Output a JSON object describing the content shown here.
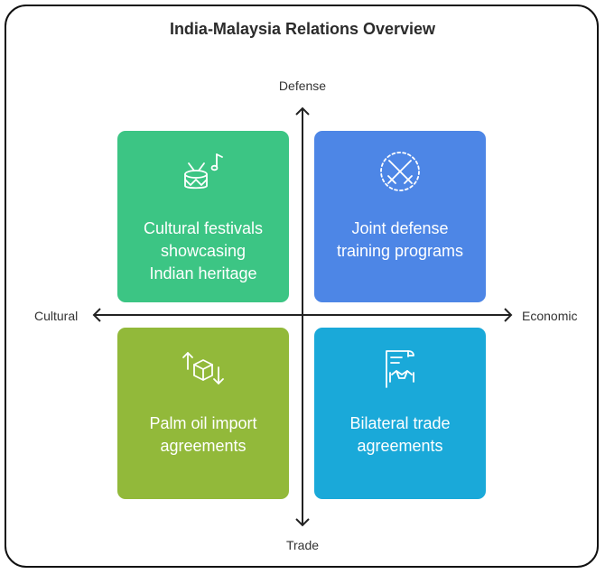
{
  "title": "India-Malaysia Relations Overview",
  "axes": {
    "top": "Defense",
    "bottom": "Trade",
    "left": "Cultural",
    "right": "Economic"
  },
  "colors": {
    "cultural_festivals": "#3cc584",
    "joint_defense": "#4d86e6",
    "palm_oil": "#92b93a",
    "bilateral_trade": "#1aa9d9",
    "axis_line": "#222222"
  },
  "quadrants": [
    {
      "position": "top-left",
      "icon": "drum-music-note-icon",
      "lines": [
        "Cultural festivals",
        "showcasing",
        "Indian heritage"
      ]
    },
    {
      "position": "top-right",
      "icon": "crossed-swords-icon",
      "lines": [
        "Joint defense",
        "training programs"
      ]
    },
    {
      "position": "bottom-left",
      "icon": "import-export-box-icon",
      "lines": [
        "Palm oil import",
        "agreements"
      ]
    },
    {
      "position": "bottom-right",
      "icon": "contract-handshake-icon",
      "lines": [
        "Bilateral trade",
        "agreements"
      ]
    }
  ]
}
